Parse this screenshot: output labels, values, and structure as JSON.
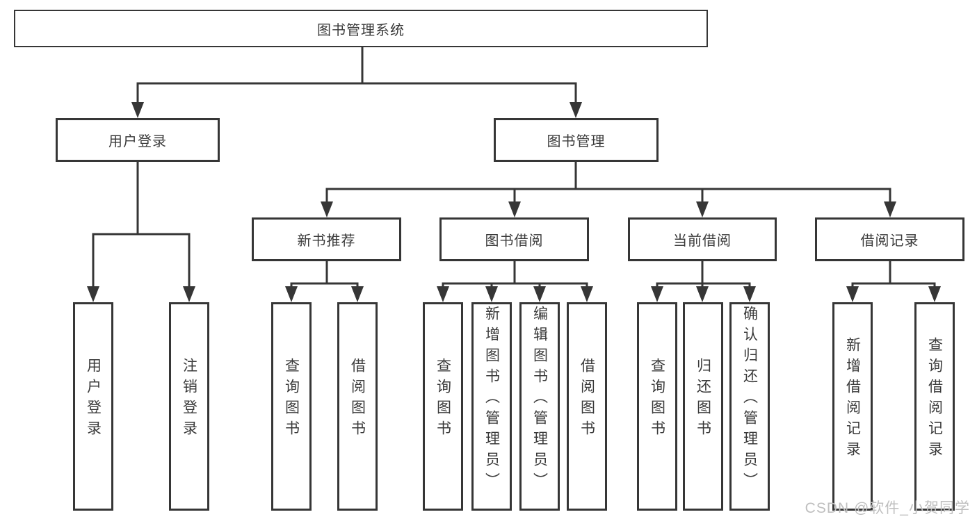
{
  "diagram": {
    "root": {
      "label": "图书管理系统"
    },
    "branches": [
      {
        "label": "用户登录",
        "children": [
          {
            "label": "用户登录"
          },
          {
            "label": "注销登录"
          }
        ]
      },
      {
        "label": "图书管理",
        "children": [
          {
            "label": "新书推荐",
            "children": [
              {
                "label": "查询图书"
              },
              {
                "label": "借阅图书"
              }
            ]
          },
          {
            "label": "图书借阅",
            "children": [
              {
                "label": "查询图书"
              },
              {
                "label": "新增图书（管理员）"
              },
              {
                "label": "编辑图书（管理员）"
              },
              {
                "label": "借阅图书"
              }
            ]
          },
          {
            "label": "当前借阅",
            "children": [
              {
                "label": "查询图书"
              },
              {
                "label": "归还图书"
              },
              {
                "label": "确认归还（管理员）"
              }
            ]
          },
          {
            "label": "借阅记录",
            "children": [
              {
                "label": "新增借阅记录"
              },
              {
                "label": "查询借阅记录"
              }
            ]
          }
        ]
      }
    ]
  },
  "watermark": {
    "text": "CSDN @软件_小贺同学"
  },
  "colors": {
    "line": "#363636",
    "box_border": "#363636",
    "box_background": "#ffffff",
    "text": "#3a3a3a",
    "watermark": "#bfbfbf",
    "background": "#ffffff"
  }
}
